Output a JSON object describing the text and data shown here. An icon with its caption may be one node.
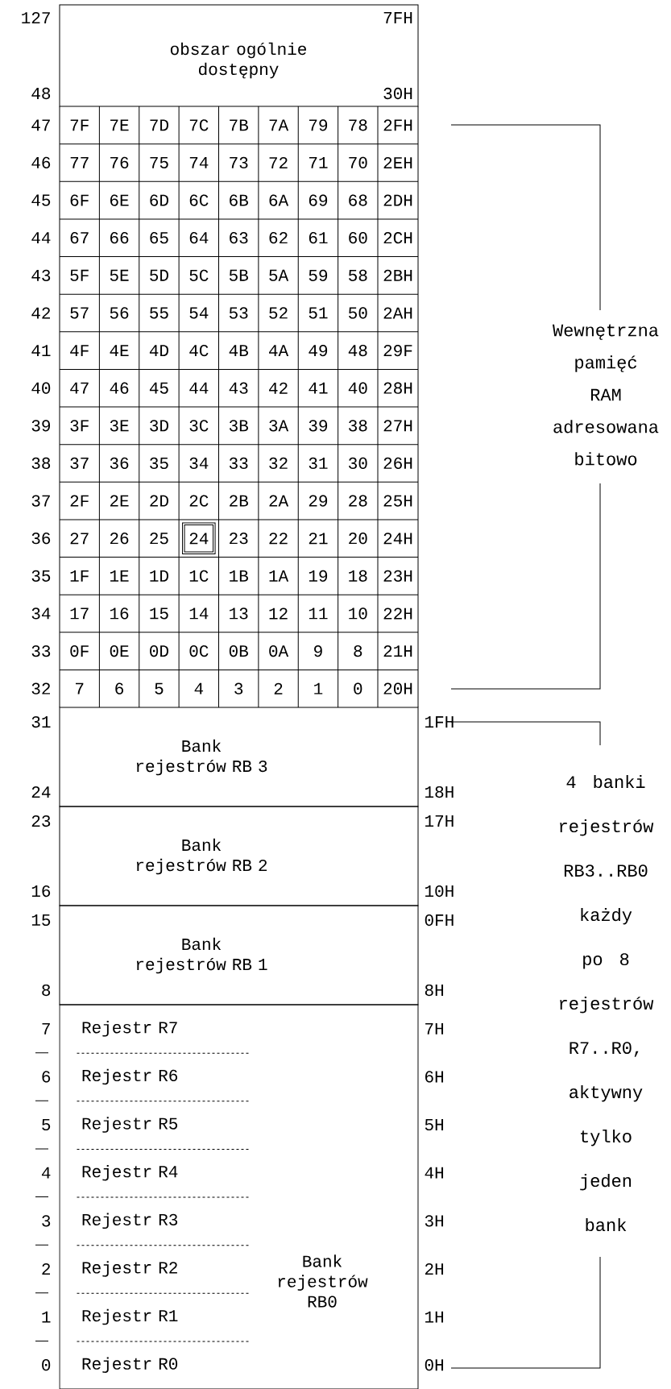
{
  "diagram": {
    "nodes": [
      {
        "text": [
          "obszar ogólnie dostępny"
        ]
      },
      {
        "text": [
          "Bank rejestrów RB 3"
        ]
      },
      {
        "text": [
          "Bank rejestrów RB 2"
        ]
      },
      {
        "text": [
          "Bank rejestrów RB 1"
        ]
      },
      {
        "text": [
          "Bank rejestrów RB0"
        ]
      },
      {
        "text": [
          "Rejestr R7"
        ],
        "in": 4
      },
      {
        "text": [
          "Rejestr R6"
        ],
        "in": 4
      },
      {
        "text": [
          "Rejestr R5"
        ],
        "in": 4
      },
      {
        "text": [
          "Rejestr R4"
        ],
        "in": 4
      },
      {
        "text": [
          "Rejestr R3"
        ],
        "in": 4
      },
      {
        "text": [
          "Rejestr R2"
        ],
        "in": 4
      },
      {
        "text": [
          "Rejestr R1"
        ],
        "in": 4
      },
      {
        "text": [
          "Rejestr R0"
        ],
        "in": 4
      }
    ],
    "labels": [
      "127",
      "7FH",
      "48",
      "30H",
      "47",
      "7F",
      "7E",
      "7D",
      "7C",
      "7B",
      "7A",
      "79",
      "78",
      "2FH",
      "46",
      "77",
      "76",
      "75",
      "74",
      "73",
      "72",
      "71",
      "70",
      "2EH",
      "45",
      "6F",
      "6E",
      "6D",
      "6C",
      "6B",
      "6A",
      "69",
      "68",
      "2DH",
      "44",
      "67",
      "66",
      "65",
      "64",
      "63",
      "62",
      "61",
      "60",
      "2CH",
      "43",
      "5F",
      "5E",
      "5D",
      "5C",
      "5B",
      "5A",
      "59",
      "58",
      "2BH",
      "42",
      "57",
      "56",
      "55",
      "54",
      "53",
      "52",
      "51",
      "50",
      "2AH",
      "41",
      "4F",
      "4E",
      "4D",
      "4C",
      "4B",
      "4A",
      "49",
      "48",
      "29F",
      "40",
      "47",
      "46",
      "45",
      "44",
      "43",
      "42",
      "41",
      "40",
      "28H",
      "39",
      "3F",
      "3E",
      "3D",
      "3C",
      "3B",
      "3A",
      "39",
      "38",
      "27H",
      "38",
      "37",
      "36",
      "35",
      "34",
      "33",
      "32",
      "31",
      "30",
      "26H",
      "37",
      "2F",
      "2E",
      "2D",
      "2C",
      "2B",
      "2A",
      "29",
      "28",
      "25H",
      "36",
      "27",
      "26",
      "25",
      "24",
      "23",
      "22",
      "21",
      "20",
      "24H",
      "35",
      "1F",
      "1E",
      "1D",
      "1C",
      "1B",
      "1A",
      "19",
      "18",
      "23H",
      "34",
      "17",
      "16",
      "15",
      "14",
      "13",
      "12",
      "11",
      "10",
      "22H",
      "33",
      "0F",
      "0E",
      "0D",
      "0C",
      "0B",
      "0A",
      "9",
      "8",
      "21H",
      "32",
      "7",
      "6",
      "5",
      "4",
      "3",
      "2",
      "1",
      "0",
      "20H",
      "31",
      "1FH",
      "24",
      "18H",
      "23",
      "17H",
      "16",
      "10H",
      "15",
      "0FH",
      "8",
      "8H",
      "7",
      "7H",
      "6",
      "6H",
      "5",
      "5H",
      "4",
      "4H",
      "3",
      "3H",
      "2",
      "2H",
      "1",
      "1H",
      "0",
      "0H",
      "Wewnętrzna pamięć RAM adresowana bitowo",
      "4 banki rejestrów RB3..RB0 każdy po 8 rejestrów R7..R0, aktywny tylko jeden bank"
    ]
  }
}
